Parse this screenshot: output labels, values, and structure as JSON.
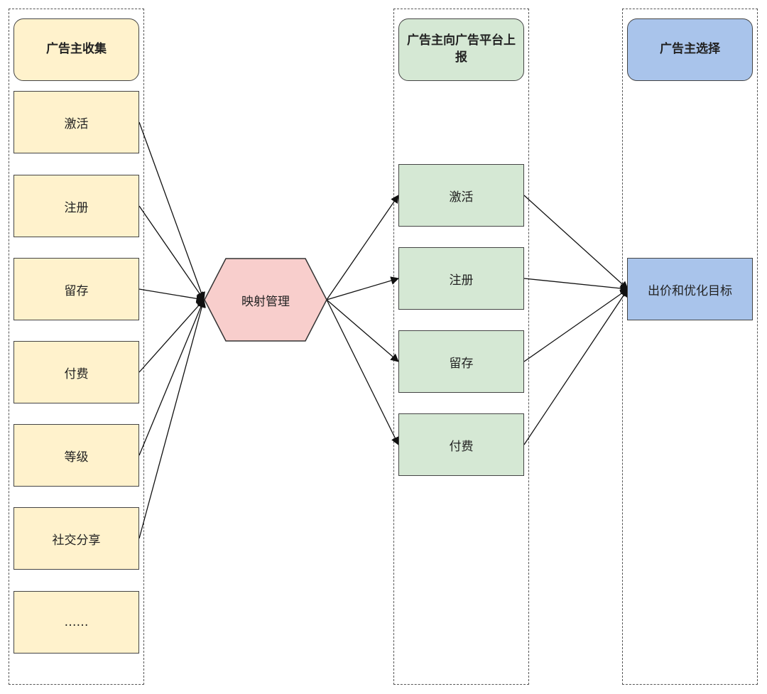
{
  "lanes": {
    "collect": {
      "title": "广告主收集",
      "items": [
        "激活",
        "注册",
        "留存",
        "付费",
        "等级",
        "社交分享",
        "……"
      ]
    },
    "mapping": {
      "label": "映射管理"
    },
    "report": {
      "title": "广告主向广告平台上报",
      "items": [
        "激活",
        "注册",
        "留存",
        "付费"
      ]
    },
    "select": {
      "title": "广告主选择",
      "target": "出价和优化目标"
    }
  },
  "colors": {
    "collect_fill": "#fff2cc",
    "report_fill": "#d5e8d4",
    "select_fill": "#a9c4eb",
    "mapping_fill": "#f8cecc"
  }
}
